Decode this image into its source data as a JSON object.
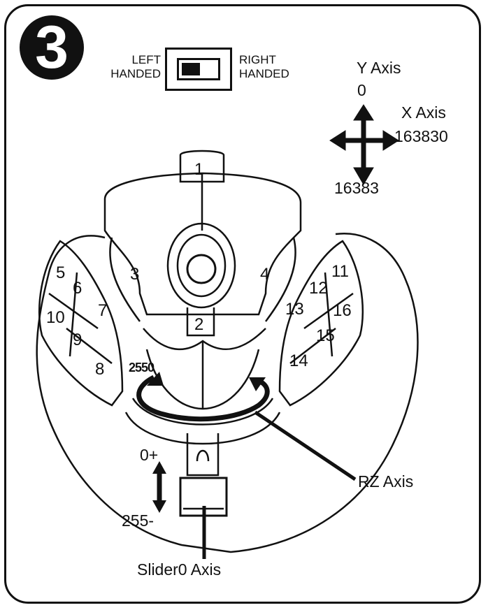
{
  "step": {
    "number": "3"
  },
  "switch": {
    "left_label": [
      "LEFT",
      "HANDED"
    ],
    "right_label": [
      "RIGHT",
      "HANDED"
    ]
  },
  "axes": {
    "y_axis": {
      "label": "Y Axis",
      "min": "0",
      "max": "16383"
    },
    "x_axis": {
      "label": "X Axis",
      "min": "16383",
      "max": "0"
    },
    "rz_axis": {
      "label": "RZ Axis",
      "min": "0",
      "max": "255"
    },
    "slider": {
      "label": "Slider0 Axis",
      "min": "0+",
      "max": "255-"
    }
  },
  "buttons": [
    "1",
    "2",
    "3",
    "4",
    "5",
    "6",
    "7",
    "8",
    "9",
    "10",
    "11",
    "12",
    "13",
    "14",
    "15",
    "16"
  ]
}
